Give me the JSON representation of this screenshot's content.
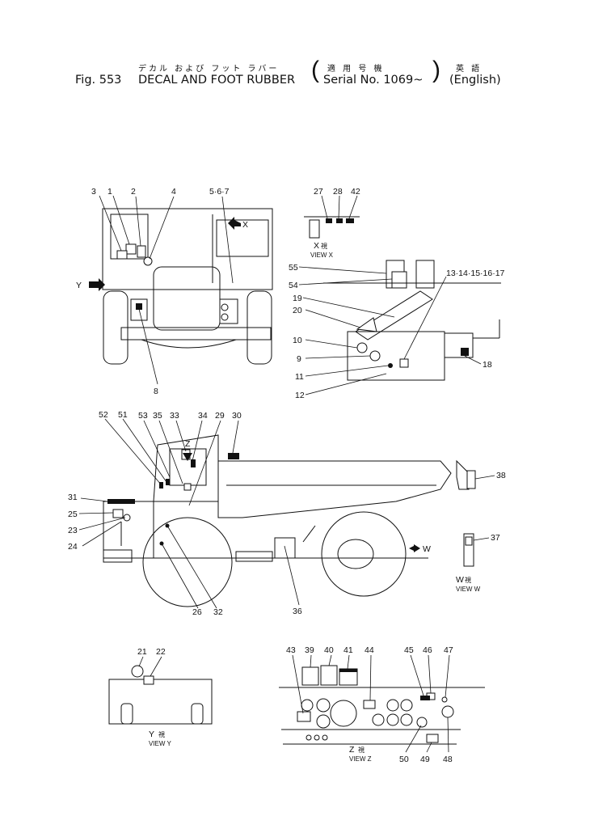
{
  "header": {
    "jp_title": "デカル および フット ラバー",
    "jp_serial": "適 用 号 機",
    "jp_lang": "英 語",
    "fig_label": "Fig. 553",
    "title": "DECAL AND FOOT RUBBER",
    "serial": "Serial No. 1069~",
    "language": "(English)"
  },
  "views": {
    "x": "X",
    "x_caption": "VIEW X",
    "y": "Y",
    "y_caption": "VIEW Y",
    "z": "Z",
    "z_caption": "VIEW Z",
    "w": "W",
    "w_caption": "VIEW W",
    "view_mark": "視"
  },
  "callouts": {
    "front": [
      "3",
      "1",
      "2",
      "4",
      "5·6·7",
      "8"
    ],
    "view_x": [
      "27",
      "28",
      "42",
      "55",
      "54",
      "19",
      "20",
      "10",
      "9",
      "11",
      "12",
      "13·14·15·16·17",
      "18"
    ],
    "side": [
      "52",
      "51",
      "53",
      "35",
      "33",
      "34",
      "29",
      "30",
      "31",
      "25",
      "23",
      "24",
      "26",
      "32",
      "36",
      "38",
      "37"
    ],
    "view_y": [
      "21",
      "22"
    ],
    "view_z": [
      "43",
      "39",
      "40",
      "41",
      "44",
      "45",
      "46",
      "47",
      "50",
      "49",
      "48"
    ]
  }
}
